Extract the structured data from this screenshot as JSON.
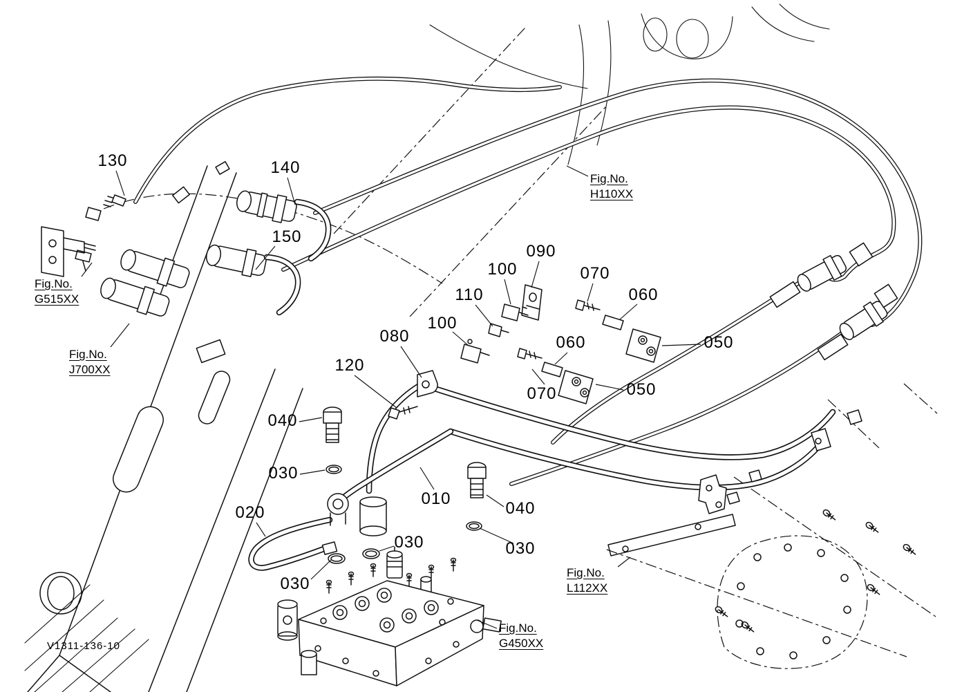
{
  "meta": {
    "drawing_number": "V1311-136-10"
  },
  "callouts": [
    {
      "label": "130"
    },
    {
      "label": "140"
    },
    {
      "label": "150"
    },
    {
      "label": "090"
    },
    {
      "label": "100"
    },
    {
      "label": "110"
    },
    {
      "label": "070"
    },
    {
      "label": "060"
    },
    {
      "label": "100"
    },
    {
      "label": "080"
    },
    {
      "label": "060"
    },
    {
      "label": "050"
    },
    {
      "label": "120"
    },
    {
      "label": "070"
    },
    {
      "label": "050"
    },
    {
      "label": "040"
    },
    {
      "label": "030"
    },
    {
      "label": "020"
    },
    {
      "label": "010"
    },
    {
      "label": "040"
    },
    {
      "label": "030"
    },
    {
      "label": "030"
    },
    {
      "label": "030"
    }
  ],
  "fig_refs": [
    {
      "line1": "Fig.No.",
      "line2": "G515XX"
    },
    {
      "line1": "Fig.No.",
      "line2": "J700XX"
    },
    {
      "line1": "Fig.No.",
      "line2": "H110XX"
    },
    {
      "line1": "Fig.No.",
      "line2": "L112XX"
    },
    {
      "line1": "Fig.No.",
      "line2": "G450XX"
    }
  ],
  "colors": {
    "line": "#111111",
    "background": "#ffffff"
  }
}
